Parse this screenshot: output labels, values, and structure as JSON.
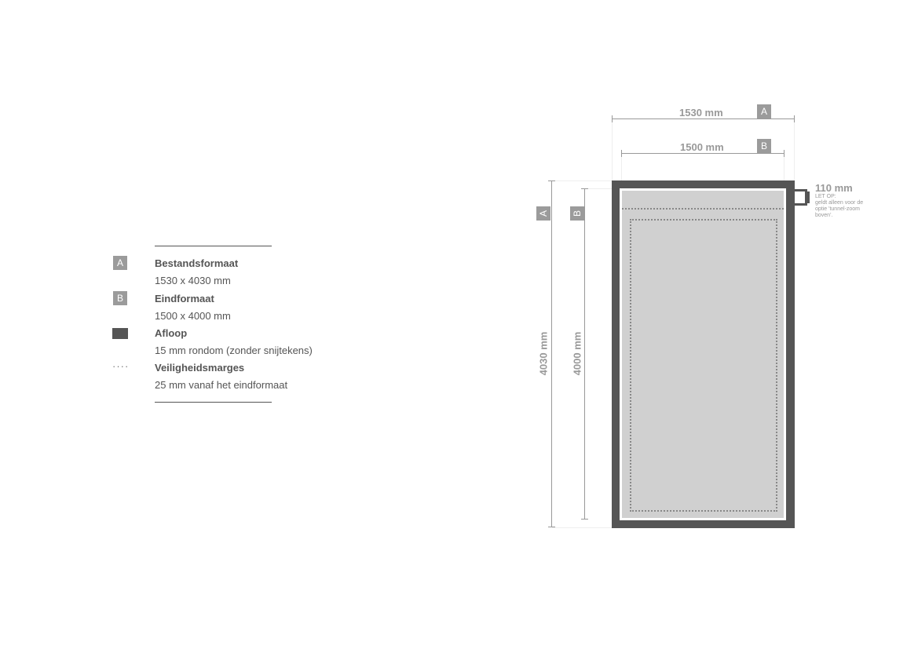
{
  "legend": {
    "items": [
      {
        "badge": "A",
        "title": "Bestandsformaat",
        "desc": "1530 x 4030 mm"
      },
      {
        "badge": "B",
        "title": "Eindformaat",
        "desc": "1500 x 4000 mm"
      },
      {
        "title": "Afloop",
        "desc": "15 mm rondom (zonder snijtekens)"
      },
      {
        "symbol": "····",
        "title": "Veiligheidsmarges",
        "desc": "25 mm vanaf het eindformaat"
      }
    ]
  },
  "diagram": {
    "width_a": "1530 mm",
    "width_b": "1500 mm",
    "height_a": "4030 mm",
    "height_b": "4000 mm",
    "badge_a": "A",
    "badge_b": "B",
    "tunnel": {
      "value": "110 mm",
      "note_title": "LET OP:",
      "note": "geldt alleen voor de optie 'tunnel-zoom boven'."
    }
  },
  "colors": {
    "bleed": "#555555",
    "final": "#d0d0d0",
    "label": "#9b9b9b"
  }
}
